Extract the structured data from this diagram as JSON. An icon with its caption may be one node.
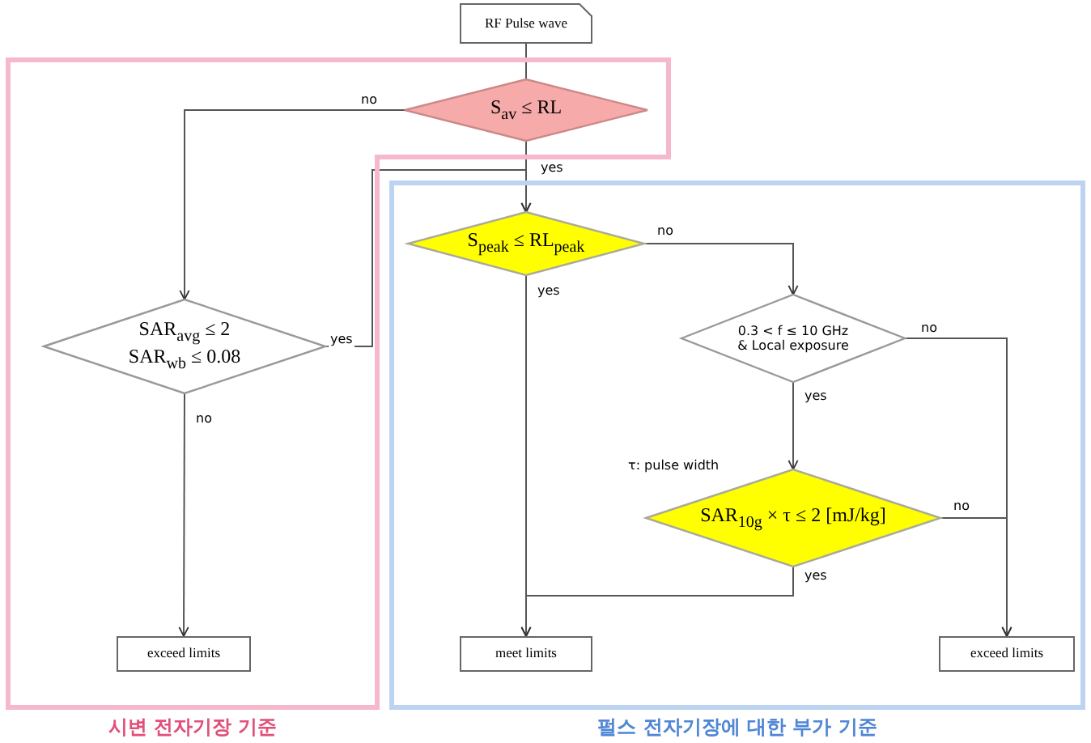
{
  "diagram": {
    "nodes": [
      {
        "text": [
          "시변 전자기장 기준"
        ]
      },
      {
        "text": [
          "펄스 전자기장에 대한 부가 기준"
        ]
      },
      {
        "text": [
          "RF Pulse wave"
        ]
      },
      {
        "text": [
          "S$_{av}$ ≤ RL"
        ],
        "in": 0
      },
      {
        "text": [
          "SAR$_{avg}$ ≤ 2",
          "SAR$_{wb}$ ≤ 0.08"
        ],
        "in": 0
      },
      {
        "text": [
          "exceed limits"
        ],
        "in": 0
      },
      {
        "text": [
          "S$_{peak}$ ≤ RL$_{peak}$"
        ],
        "in": 1
      },
      {
        "text": [
          "0.3 < f ≤ 10 GHz & Local exposure"
        ],
        "in": 1
      },
      {
        "text": [
          "SAR$_{10g}$ × τ ≤ 2 [mJ/kg]"
        ],
        "in": 1,
        "beside": [
          "τ: pulse width"
        ]
      },
      {
        "text": [
          "meet limits"
        ],
        "in": 1
      },
      {
        "text": [
          "exceed limits"
        ],
        "in": 1
      }
    ],
    "edges": [
      {
        "from": 2,
        "to": 3,
        "arrow": "none"
      },
      {
        "from": 3,
        "to": 4,
        "arrow": "to",
        "label": "no"
      },
      {
        "from": 3,
        "to": 6,
        "arrow": "to",
        "label": "yes"
      },
      {
        "from": 4,
        "to": 6,
        "arrow": "to",
        "label": "yes"
      },
      {
        "from": 4,
        "to": 5,
        "arrow": "to",
        "label": "no"
      },
      {
        "from": 6,
        "to": 7,
        "arrow": "to",
        "label": "no"
      },
      {
        "from": 6,
        "to": 9,
        "arrow": "to",
        "label": "yes"
      },
      {
        "from": 7,
        "to": 8,
        "arrow": "to",
        "label": "yes"
      },
      {
        "from": 7,
        "to": 10,
        "arrow": "to",
        "label": "no"
      },
      {
        "from": 8,
        "to": 10,
        "arrow": "to",
        "label": "no"
      },
      {
        "from": 8,
        "to": 9,
        "arrow": "to",
        "label": "yes"
      }
    ]
  }
}
